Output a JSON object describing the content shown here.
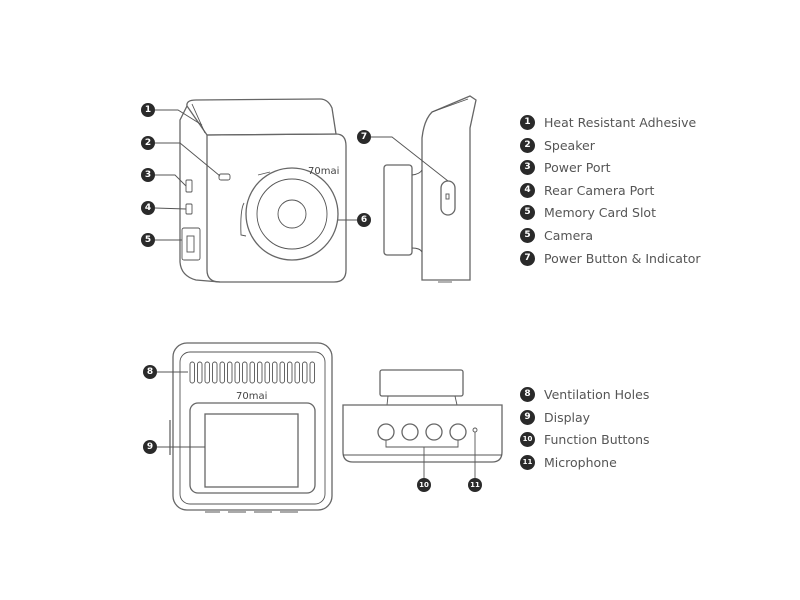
{
  "brand_logo": "70mai",
  "diagram_markers": [
    "1",
    "2",
    "3",
    "4",
    "5",
    "6",
    "7",
    "8",
    "9",
    "10",
    "11"
  ],
  "legend_top": [
    {
      "num": "1",
      "label": "Heat Resistant Adhesive"
    },
    {
      "num": "2",
      "label": "Speaker"
    },
    {
      "num": "3",
      "label": "Power Port"
    },
    {
      "num": "4",
      "label": "Rear Camera Port"
    },
    {
      "num": "5",
      "label": "Memory Card Slot"
    },
    {
      "num": "5",
      "label": "Camera"
    },
    {
      "num": "7",
      "label": "Power Button & Indicator"
    }
  ],
  "legend_bottom": [
    {
      "num": "8",
      "label": "Ventilation Holes"
    },
    {
      "num": "9",
      "label": "Display"
    },
    {
      "num": "10",
      "label": "Function Buttons"
    },
    {
      "num": "11",
      "label": "Microphone"
    }
  ]
}
